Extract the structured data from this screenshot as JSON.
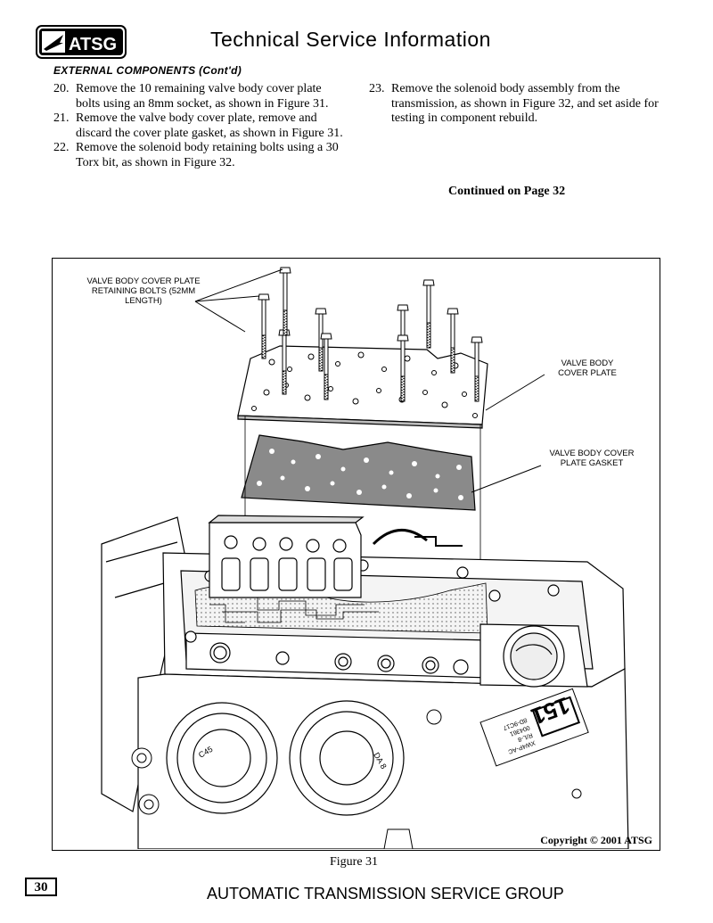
{
  "header": {
    "logo_text": "ATSG",
    "title": "Technical Service Information"
  },
  "section_heading": "EXTERNAL COMPONENTS (Cont'd)",
  "left_steps": [
    {
      "num": "20.",
      "text": "Remove the 10 remaining valve body cover plate bolts using an 8mm socket, as shown in Figure 31."
    },
    {
      "num": "21.",
      "text": "Remove the valve body cover plate, remove and discard the cover plate gasket, as shown in Figure 31."
    },
    {
      "num": "22.",
      "text": "Remove the solenoid body retaining bolts using a 30 Torx bit, as shown in Figure 32."
    }
  ],
  "right_steps": [
    {
      "num": "23.",
      "text": "Remove the solenoid body assembly from the transmission, as shown in Figure 32, and set aside for testing in component rebuild."
    }
  ],
  "continued": "Continued on Page 32",
  "figure": {
    "callout_bolts": "VALVE BODY COVER PLATE RETAINING BOLTS (52mm LENGTH)",
    "callout_plate": "VALVE BODY COVER PLATE",
    "callout_gasket": "VALVE BODY COVER PLATE GASKET",
    "label_number": "151",
    "label_code1": "XW4P-AC",
    "label_code2": "R/L-8",
    "label_code3": "004361",
    "label_code4": "8D-9C17",
    "servo_left": "C45",
    "servo_right": "DA 8",
    "copyright": "Copyright © 2001 ATSG",
    "caption": "Figure 31"
  },
  "footer": {
    "page_number": "30",
    "title": "AUTOMATIC TRANSMISSION SERVICE GROUP"
  }
}
